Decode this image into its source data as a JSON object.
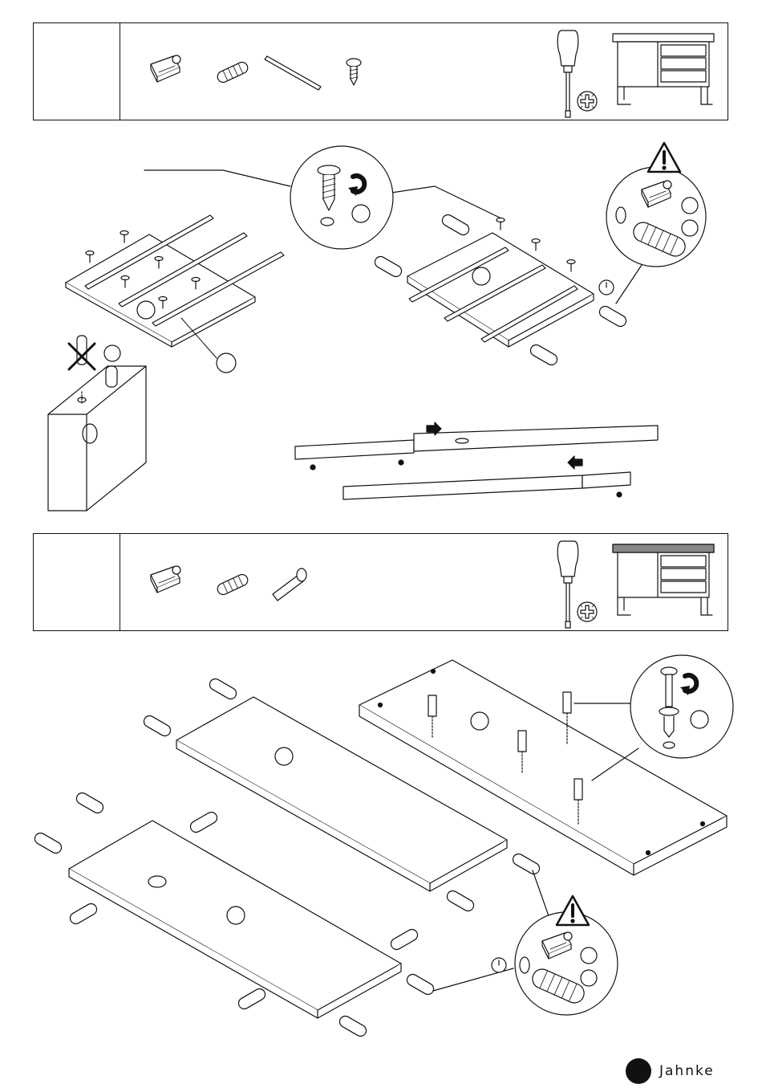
{
  "steps": [
    {
      "parts": [
        "cam-lock",
        "wooden-dowel",
        "drawer-rail",
        "screw"
      ],
      "tool": "screwdriver",
      "bit": "phillips",
      "product": "desk-drawers"
    },
    {
      "parts": [
        "cam-lock",
        "wooden-dowel",
        "cam-bolt"
      ],
      "tool": "screwdriver",
      "bit": "phillips",
      "product": "desk-top"
    }
  ],
  "brand": {
    "name": "JAHNKE",
    "display": "Jahnke"
  },
  "colors": {
    "line": "#111111",
    "paper": "#ffffff",
    "topShade": "#888888"
  }
}
